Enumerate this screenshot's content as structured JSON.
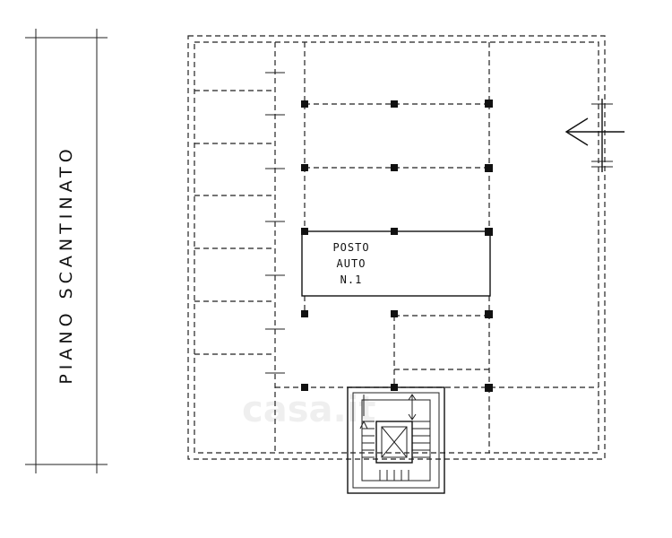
{
  "title_block": {
    "title": "PIANO SCANTINATO"
  },
  "space_label": {
    "line1": "POSTO",
    "line2": "AUTO",
    "line3": "N.1"
  },
  "watermark": {
    "text": "casa.it"
  },
  "icons": {
    "north": "north-arrow-icon",
    "elevator": "elevator-icon",
    "stairs": "stairs-icon"
  }
}
